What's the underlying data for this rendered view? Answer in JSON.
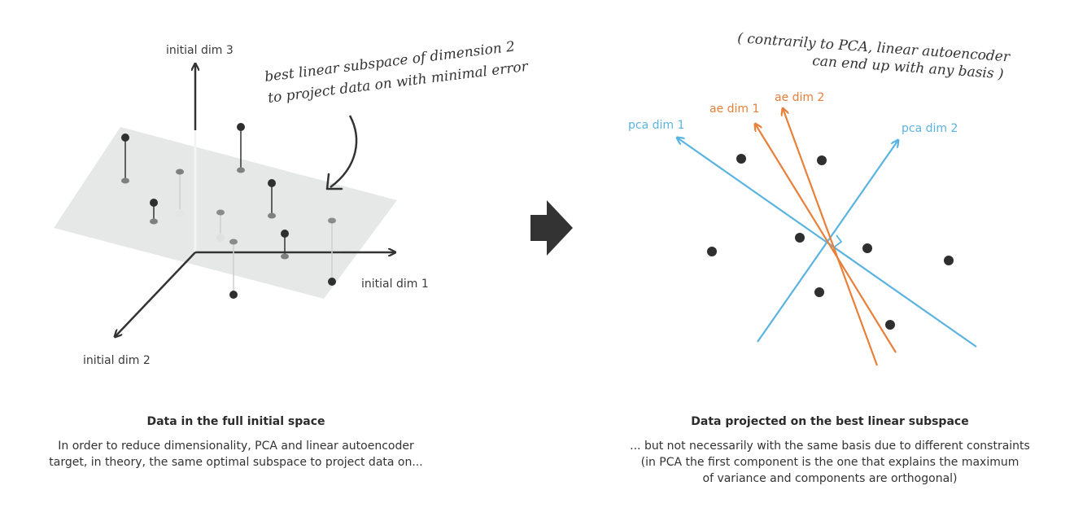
{
  "left_panel": {
    "axis_labels": {
      "dim1": "initial dim 1",
      "dim2": "initial dim 2",
      "dim3": "initial dim 3"
    },
    "annotation": [
      "best linear subspace of dimension 2",
      "to project data on with minimal error"
    ],
    "caption_title": "Data in the full initial space",
    "caption_lines": [
      "In order to reduce dimensionality, PCA and linear autoencoder",
      "target, in theory, the same optimal subspace to project data on..."
    ]
  },
  "right_panel": {
    "axis_labels": {
      "pca1": "pca dim 1",
      "pca2": "pca dim 2",
      "ae1": "ae dim 1",
      "ae2": "ae dim 2"
    },
    "annotation": [
      "( contrarily to PCA, linear autoencoder",
      "can end up with any basis )"
    ],
    "caption_title": "Data projected on the best linear subspace",
    "caption_lines": [
      "... but not necessarily with the same basis due to different constraints",
      "(in PCA the first component is the one that explains the maximum",
      "of variance and components are orthogonal)"
    ]
  },
  "colors": {
    "pca": "#5bb3e1",
    "ae": "#e8803a",
    "point": "#2f2f2f",
    "plane": "#e6e8e8"
  }
}
